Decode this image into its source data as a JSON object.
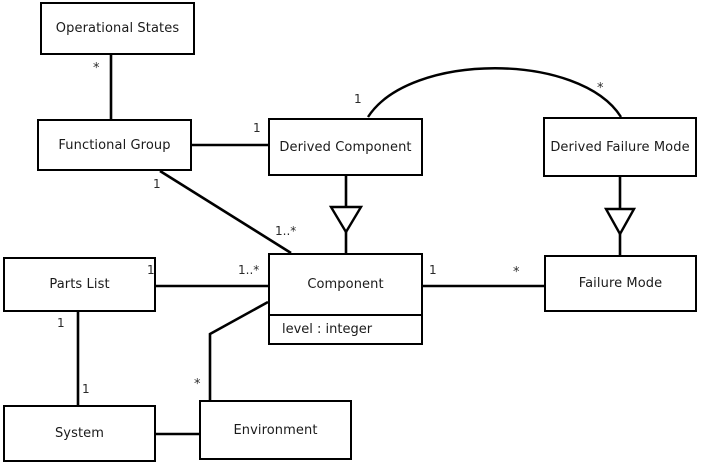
{
  "diagram": {
    "type": "uml-class-diagram",
    "background": "#ffffff",
    "line_color": "#000000",
    "classes": [
      {
        "id": "operational-states",
        "name": "Operational States",
        "attributes": []
      },
      {
        "id": "functional-group",
        "name": "Functional Group",
        "attributes": []
      },
      {
        "id": "derived-component",
        "name": "Derived Component",
        "attributes": []
      },
      {
        "id": "derived-failure-mode",
        "name": "Derived Failure Mode",
        "attributes": []
      },
      {
        "id": "parts-list",
        "name": "Parts List",
        "attributes": []
      },
      {
        "id": "component",
        "name": "Component",
        "attributes": [
          "level : integer"
        ]
      },
      {
        "id": "failure-mode",
        "name": "Failure Mode",
        "attributes": []
      },
      {
        "id": "system",
        "name": "System",
        "attributes": []
      },
      {
        "id": "environment",
        "name": "Environment",
        "attributes": []
      }
    ],
    "multiplicities": [
      {
        "id": "op-states-to-functional-group",
        "text": "*"
      },
      {
        "id": "functional-group-to-derived-component",
        "text": "1"
      },
      {
        "id": "functional-group-to-component",
        "text": "1"
      },
      {
        "id": "functional-group-component-far",
        "text": "1..*"
      },
      {
        "id": "derived-component-to-derived-failure-mode",
        "text": "1"
      },
      {
        "id": "derived-failure-mode-from-derived-component",
        "text": "*"
      },
      {
        "id": "parts-list-to-component-near",
        "text": "1"
      },
      {
        "id": "parts-list-to-component-far",
        "text": "1..*"
      },
      {
        "id": "parts-list-to-system-near",
        "text": "1"
      },
      {
        "id": "parts-list-to-system-far",
        "text": "1"
      },
      {
        "id": "component-to-failure-mode-near",
        "text": "1"
      },
      {
        "id": "component-to-failure-mode-far",
        "text": "*"
      },
      {
        "id": "environment-to-component",
        "text": "*"
      }
    ],
    "generalizations": [
      {
        "id": "derived-component-to-component",
        "kind": "inheritance-triangle"
      },
      {
        "id": "derived-failure-mode-to-failure-mode",
        "kind": "inheritance-triangle"
      }
    ]
  }
}
